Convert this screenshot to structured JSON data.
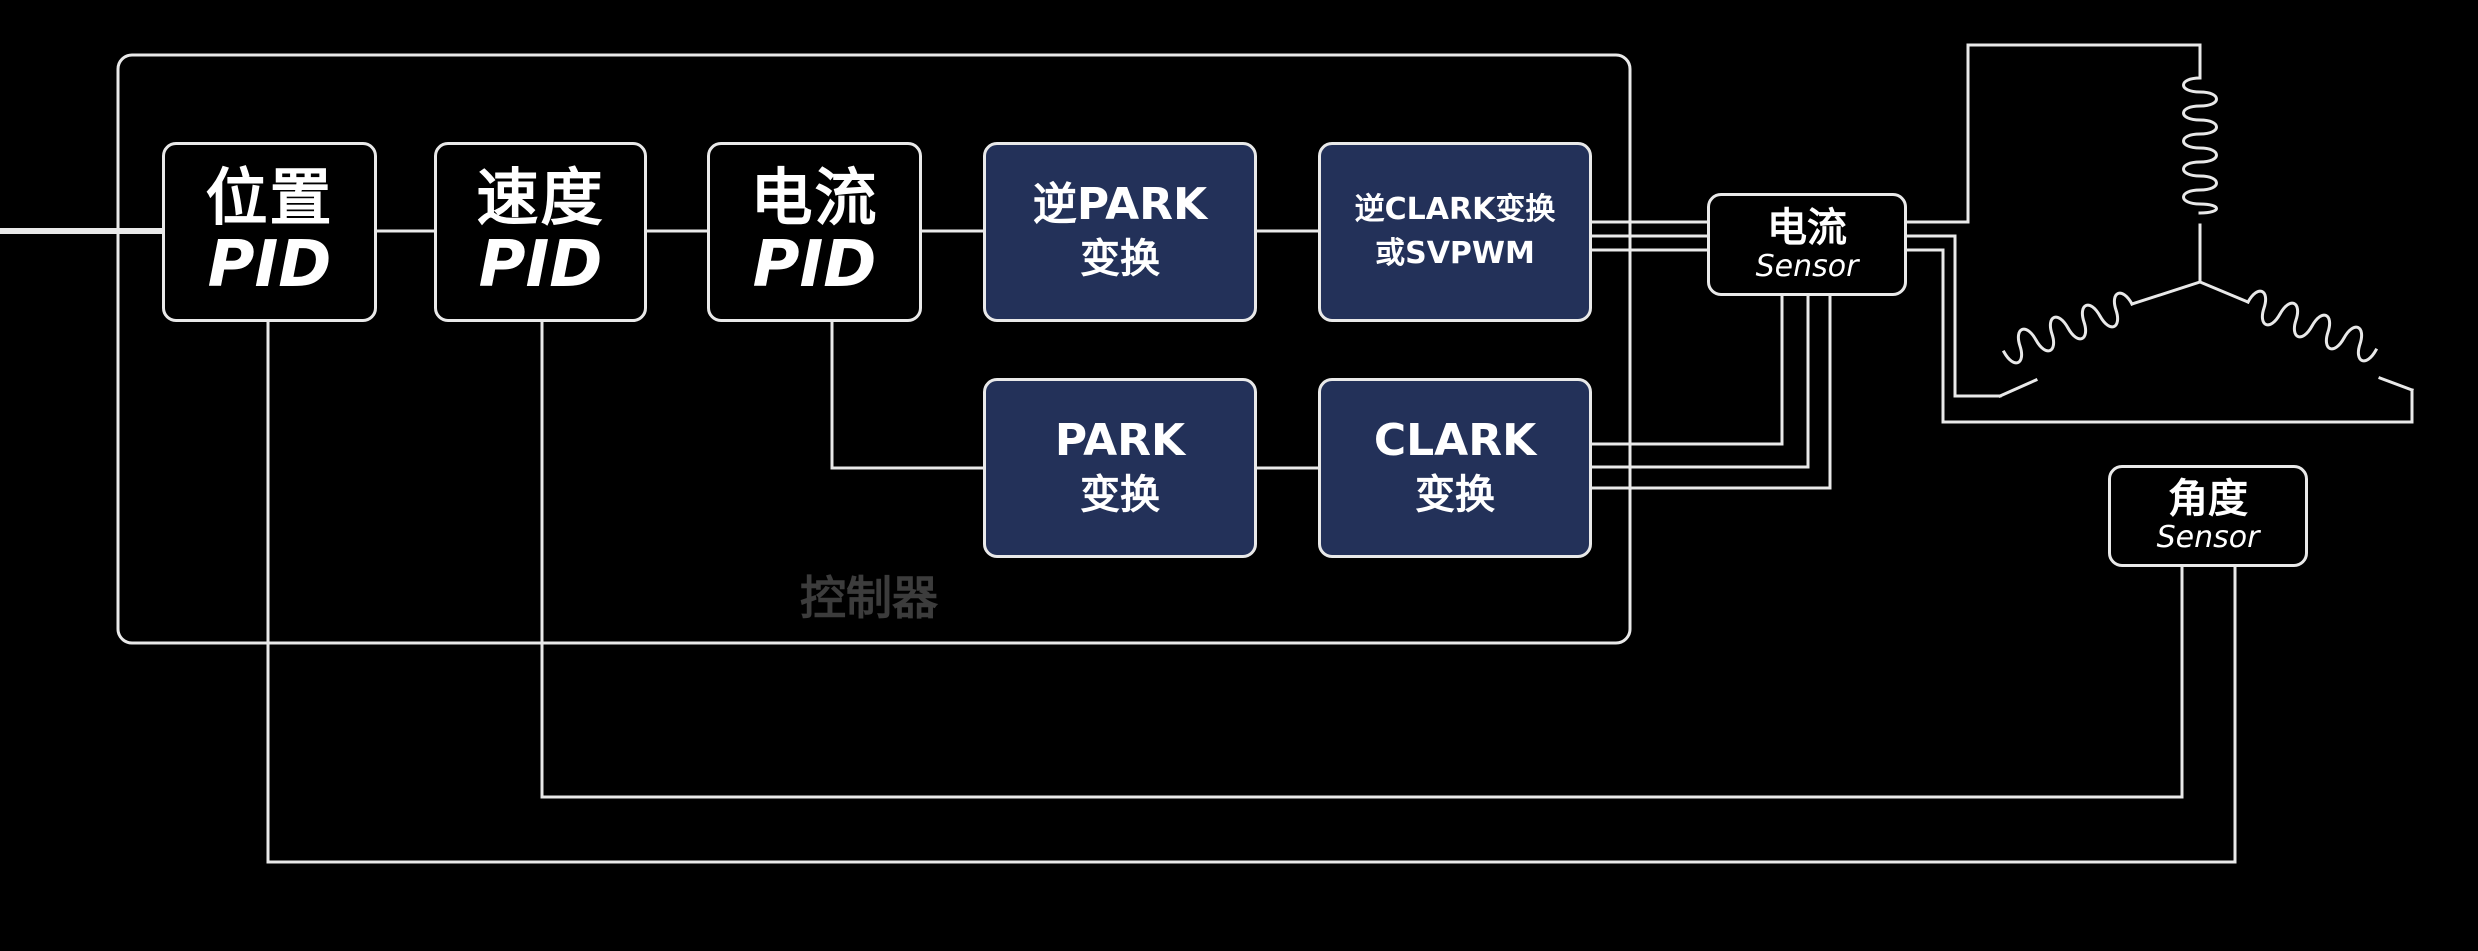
{
  "controller": {
    "label": "控制器"
  },
  "blocks": {
    "position_pid": {
      "line1": "位置",
      "line2": "PID"
    },
    "speed_pid": {
      "line1": "速度",
      "line2": "PID"
    },
    "current_pid": {
      "line1": "电流",
      "line2": "PID"
    },
    "inverse_park": {
      "line1": "逆PARK",
      "line2": "变换"
    },
    "inverse_clark_svpwm": {
      "line1": "逆CLARK变换",
      "line2": "或SVPWM"
    },
    "park": {
      "line1": "PARK",
      "line2": "变换"
    },
    "clark": {
      "line1": "CLARK",
      "line2": "变换"
    }
  },
  "sensors": {
    "current_sensor": {
      "line1": "电流",
      "line2": "Sensor"
    },
    "angle_sensor": {
      "line1": "角度",
      "line2": "Sensor"
    }
  },
  "colors": {
    "background": "#000000",
    "line": "#e9e9e9",
    "transform_fill": "#233159",
    "controller_label": "#3c3c3c"
  }
}
